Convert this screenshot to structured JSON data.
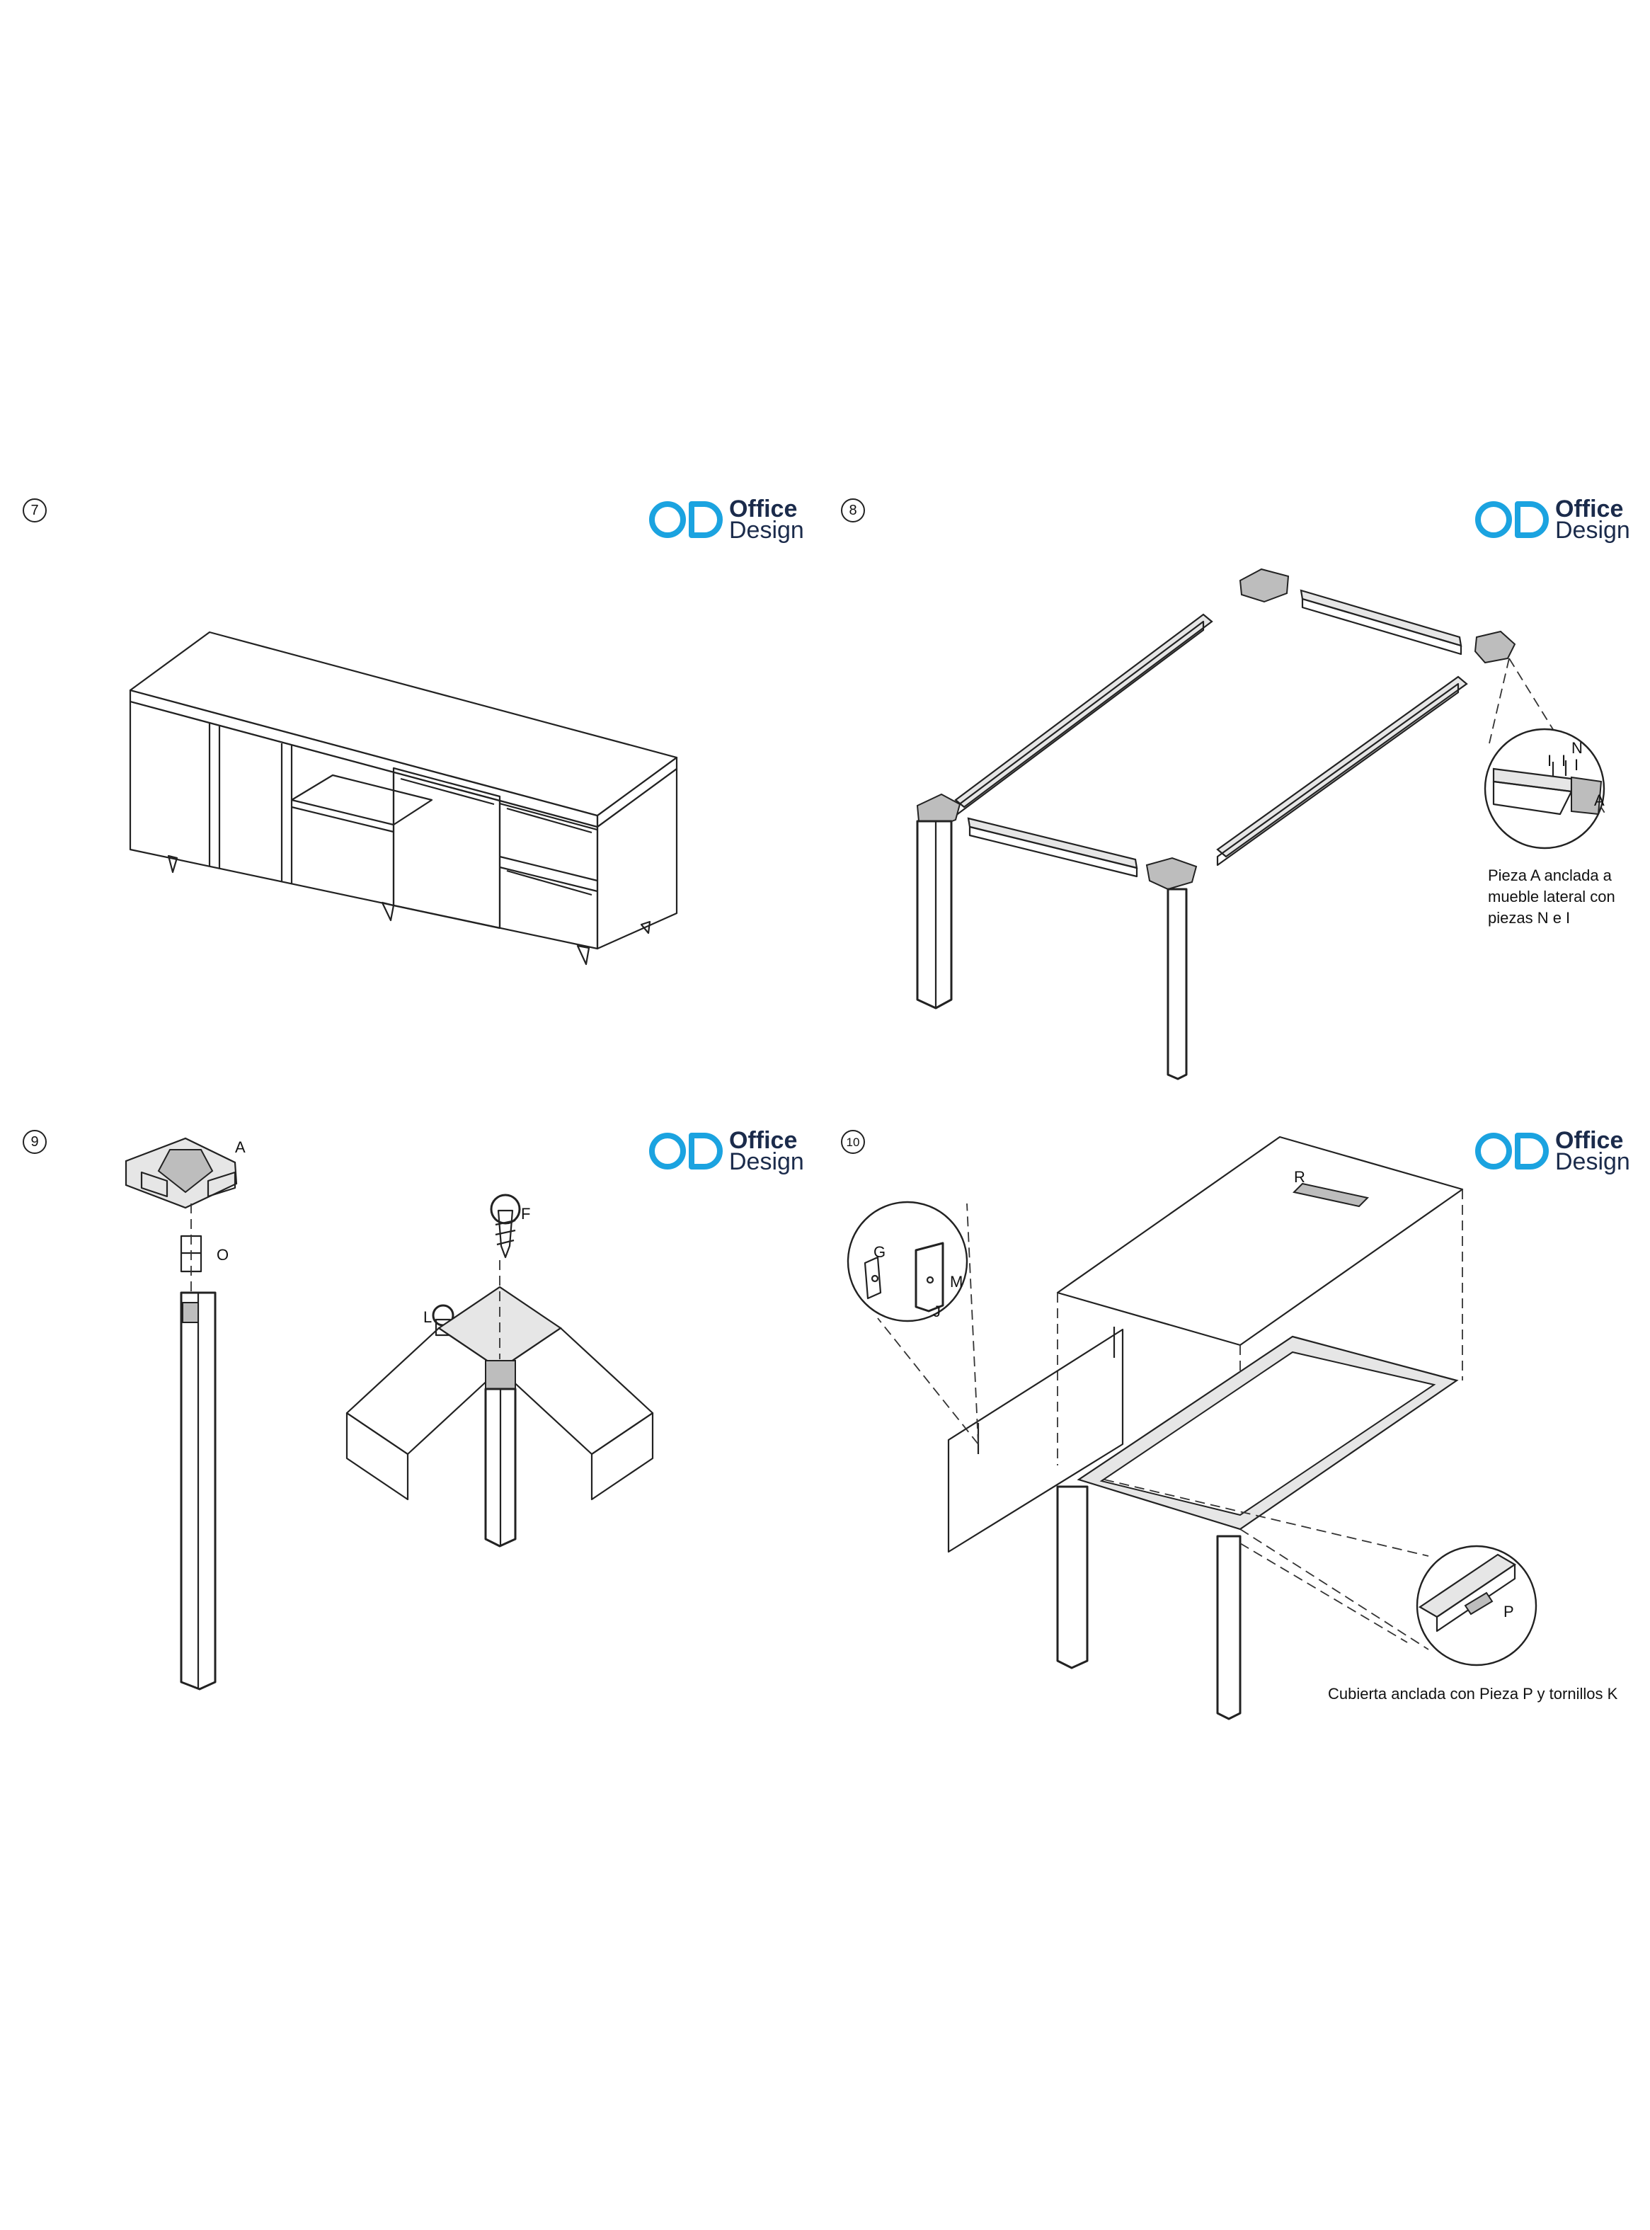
{
  "brand": {
    "line1": "Office",
    "line2": "Design",
    "color": "#1ba3e0"
  },
  "steps": [
    {
      "number": "7"
    },
    {
      "number": "8",
      "note": "Pieza A anclada a\nmueble lateral con\npiezas N e I",
      "labels": {
        "i1": "I",
        "i2": "I",
        "n": "N",
        "i3": "I",
        "a": "A"
      }
    },
    {
      "number": "9",
      "labels": {
        "a": "A",
        "o": "O",
        "f": "F",
        "l": "L"
      }
    },
    {
      "number": "10",
      "note": "Cubierta anclada con Pieza P y tornillos K",
      "labels": {
        "r": "R",
        "g": "G",
        "m": "M",
        "j": "J",
        "p": "P"
      }
    }
  ]
}
